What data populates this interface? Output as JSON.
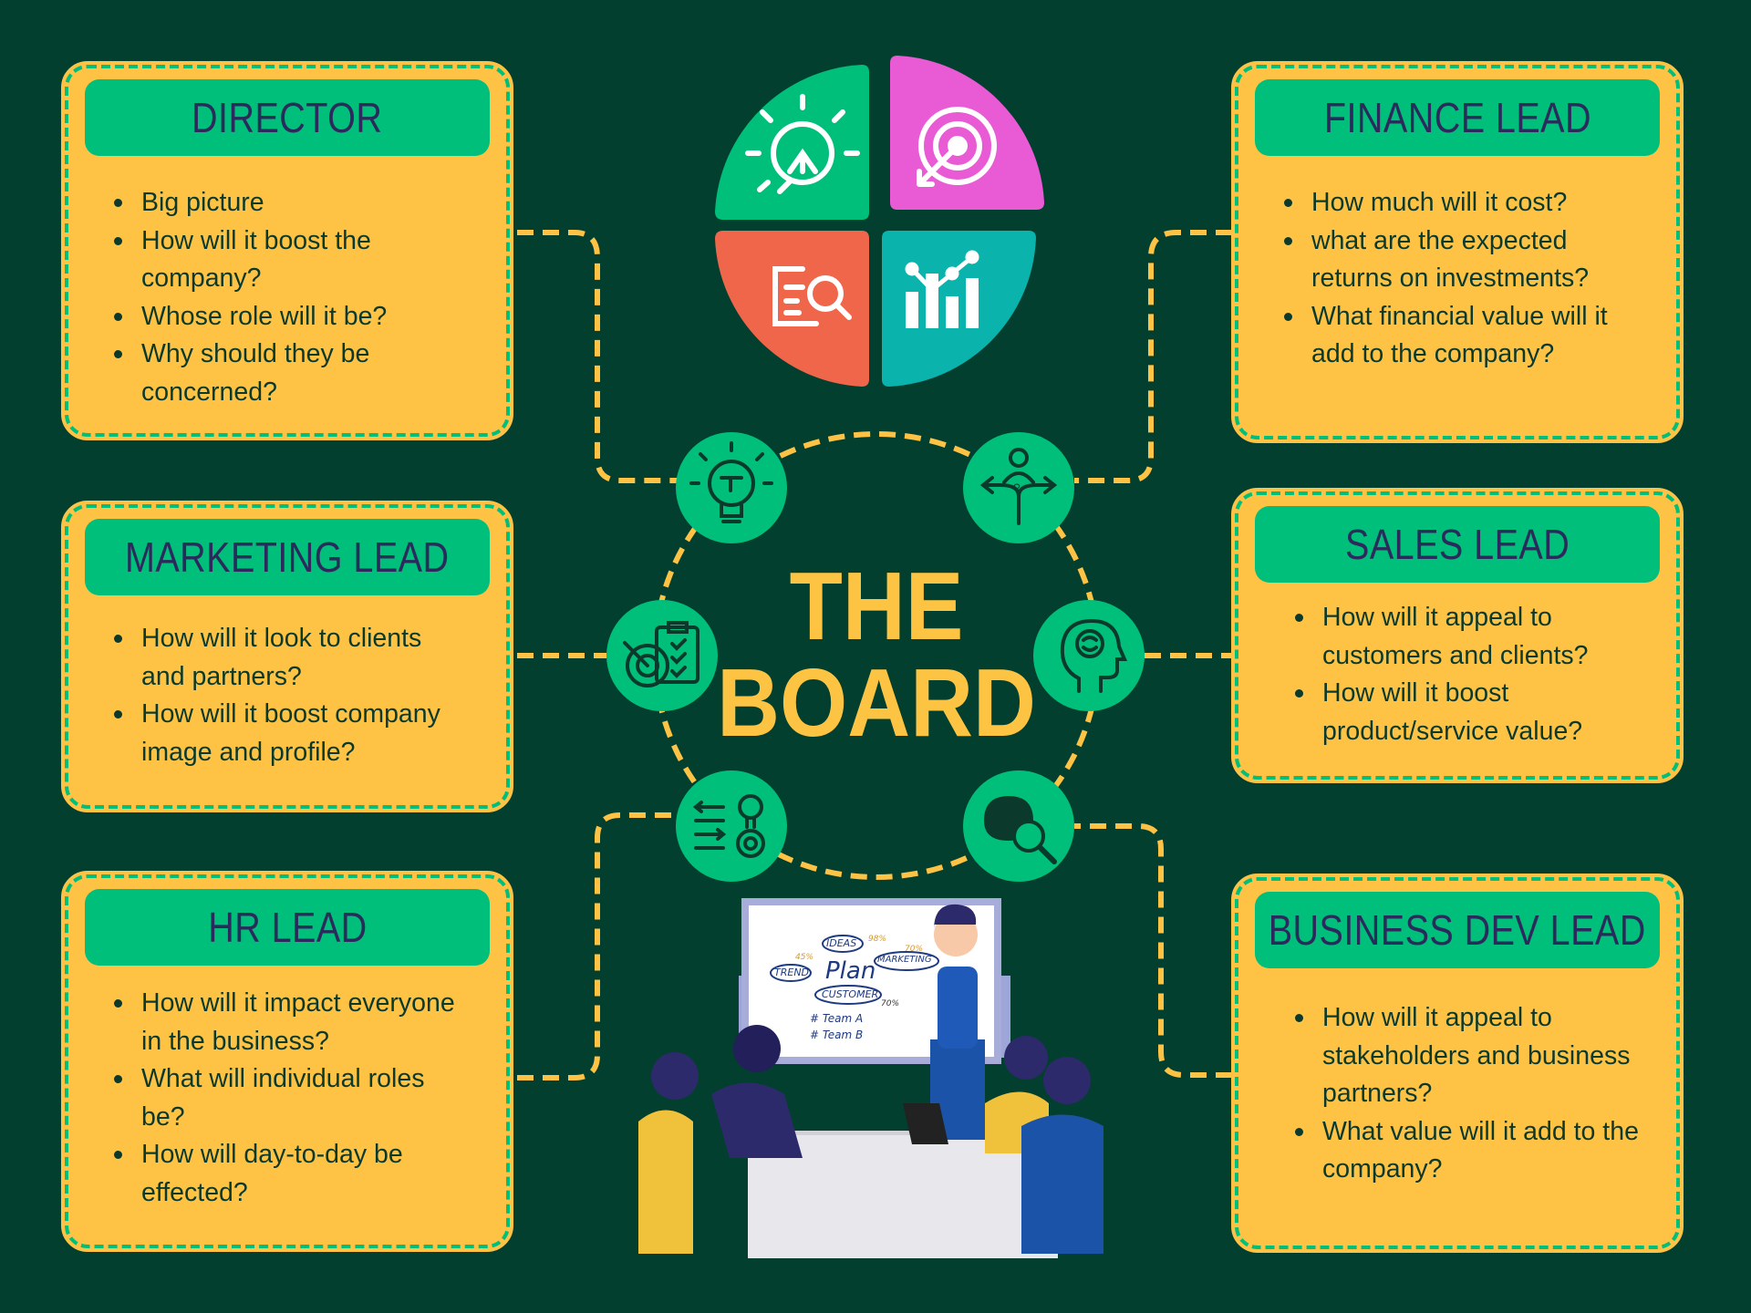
{
  "center": {
    "line1": "THE",
    "line2": "BOARD"
  },
  "colors": {
    "background": "#023f2e",
    "box": "#fec245",
    "header": "#00bf7a",
    "connector": "#fec245",
    "title": "#fdc443"
  },
  "boxes": {
    "director": {
      "title": "DIRECTOR",
      "items": [
        "Big picture",
        "How will it boost the\ncompany?",
        "Whose role will it be?",
        "Why should they be\nconcerned?"
      ]
    },
    "marketing": {
      "title": "MARKETING LEAD",
      "items": [
        "How will it look to clients\nand partners?",
        "How will  it boost company\nimage and profile?"
      ]
    },
    "hr": {
      "title": "HR LEAD",
      "items": [
        "How will it impact everyone\nin the business?",
        "What will individual roles\nbe?",
        "How will day-to-day be\neffected?"
      ]
    },
    "finance": {
      "title": "FINANCE LEAD",
      "items": [
        "How much will it cost?",
        "what are the expected\nreturns on investments?",
        "What financial value will it\nadd to the company?"
      ]
    },
    "sales": {
      "title": "SALES LEAD",
      "items": [
        "How will it appeal to\ncustomers and clients?",
        "How will it boost\nproduct/service value?"
      ]
    },
    "bizdev": {
      "title": "BUSINESS DEV LEAD",
      "items": [
        "How will it appeal to\nstakeholders and business\npartners?",
        "What value will it add to the\ncompany?"
      ]
    }
  },
  "quadrant_icons": [
    "lightbulb-icon",
    "target-icon",
    "document-search-icon",
    "bar-chart-icon"
  ],
  "circle_icons": [
    "lightbulb-puzzle-icon",
    "decision-arrows-icon",
    "target-checklist-icon",
    "head-brain-icon",
    "settings-tools-icon",
    "brain-search-icon"
  ],
  "whiteboard": {
    "center_word": "Plan",
    "bubbles": [
      "IDEAS",
      "TREND",
      "MARKETING",
      "CUSTOMER"
    ],
    "percents": [
      "98%",
      "45%",
      "70%",
      "70%"
    ],
    "teams": [
      "# Team A",
      "# Team B"
    ]
  }
}
